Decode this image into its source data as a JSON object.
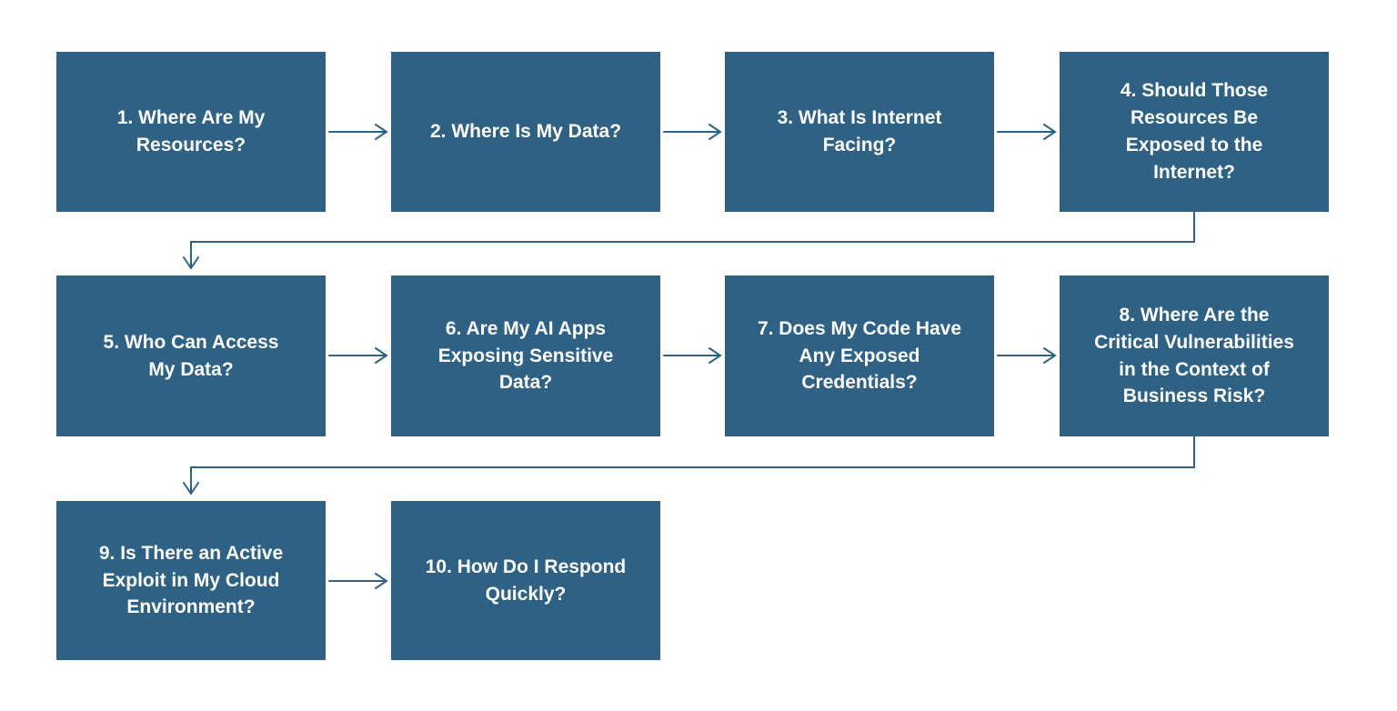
{
  "flowchart": {
    "title": "",
    "colors": {
      "node_fill": "#2E6183",
      "node_text": "#FFFFFF",
      "arrow": "#2E6183",
      "background": "#FFFFFF"
    },
    "nodes": [
      {
        "id": "1",
        "label": "1. Where Are My\nResources?"
      },
      {
        "id": "2",
        "label": "2. Where Is My Data?"
      },
      {
        "id": "3",
        "label": "3. What Is Internet\nFacing?"
      },
      {
        "id": "4",
        "label": "4. Should Those\nResources Be\nExposed to the\nInternet?"
      },
      {
        "id": "5",
        "label": "5. Who Can Access\nMy Data?"
      },
      {
        "id": "6",
        "label": "6. Are My AI Apps\nExposing Sensitive\nData?"
      },
      {
        "id": "7",
        "label": "7. Does My Code Have\nAny Exposed\nCredentials?"
      },
      {
        "id": "8",
        "label": "8. Where Are the\nCritical Vulnerabilities\nin the Context of\nBusiness Risk?"
      },
      {
        "id": "9",
        "label": "9. Is There an Active\nExploit in My Cloud\nEnvironment?"
      },
      {
        "id": "10",
        "label": "10. How Do I Respond\nQuickly?"
      }
    ],
    "edges": [
      {
        "from": "1",
        "to": "2",
        "type": "straight"
      },
      {
        "from": "2",
        "to": "3",
        "type": "straight"
      },
      {
        "from": "3",
        "to": "4",
        "type": "straight"
      },
      {
        "from": "4",
        "to": "5",
        "type": "elbow-wrap"
      },
      {
        "from": "5",
        "to": "6",
        "type": "straight"
      },
      {
        "from": "6",
        "to": "7",
        "type": "straight"
      },
      {
        "from": "7",
        "to": "8",
        "type": "straight"
      },
      {
        "from": "8",
        "to": "9",
        "type": "elbow-wrap"
      },
      {
        "from": "9",
        "to": "10",
        "type": "straight"
      }
    ]
  }
}
